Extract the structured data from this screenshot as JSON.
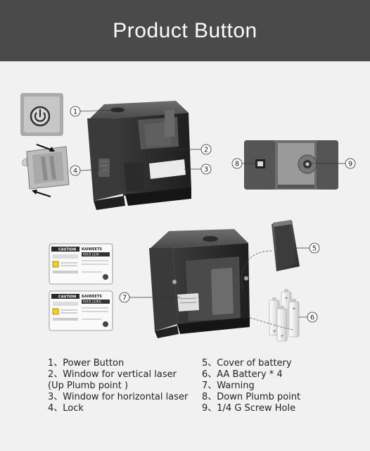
{
  "header": {
    "title": "Product Button"
  },
  "callouts": [
    "1",
    "2",
    "3",
    "4",
    "5",
    "6",
    "7",
    "8",
    "9"
  ],
  "labels": {
    "caution": "CAUTION",
    "brand": "KAIWEETS",
    "model_a": "ROCK L22R",
    "model_b": "ROCK L22RG"
  },
  "legend": {
    "left": [
      "1、Power Button",
      "2、Window for vertical laser",
      "(Up Plumb point )",
      "3、Window for horizontal laser",
      "4、Lock"
    ],
    "right": [
      "5、Cover of battery",
      "6、AA Battery * 4",
      "7、Warning",
      "8、Down Plumb point",
      "9、1/4 G Screw Hole"
    ]
  }
}
